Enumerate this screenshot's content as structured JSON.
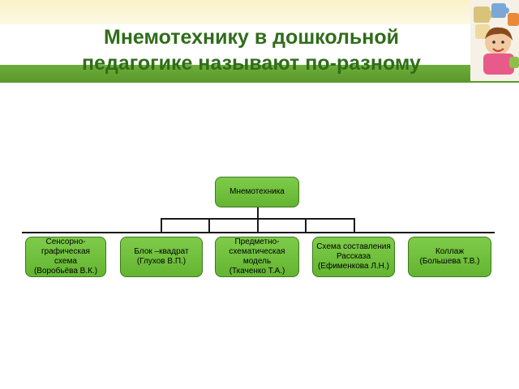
{
  "slide": {
    "title_line1": "Мнемотехнику в дошкольной",
    "title_line2": "педагогике называют по-разному"
  },
  "diagram": {
    "root": "Мнемотехника",
    "children": [
      "Сенсорно-\nграфическая\nсхема\n(Воробьёва В.К.)",
      "Блок –квадрат\n(Глухов В.П.)",
      "Предметно-\nсхематическая\nмодель\n(Ткаченко Т.А.)",
      "Схема составления\nРассказа\n(Ефименкова Л.Н.)",
      "Коллаж\n(Большева Т.В.)"
    ]
  },
  "colors": {
    "title": "#2f6d1a",
    "node_fill": "#6fbf3f",
    "band": "#f9f2c6",
    "bar": "#5fa332"
  },
  "icons": [
    "puzzle-children-icon"
  ]
}
